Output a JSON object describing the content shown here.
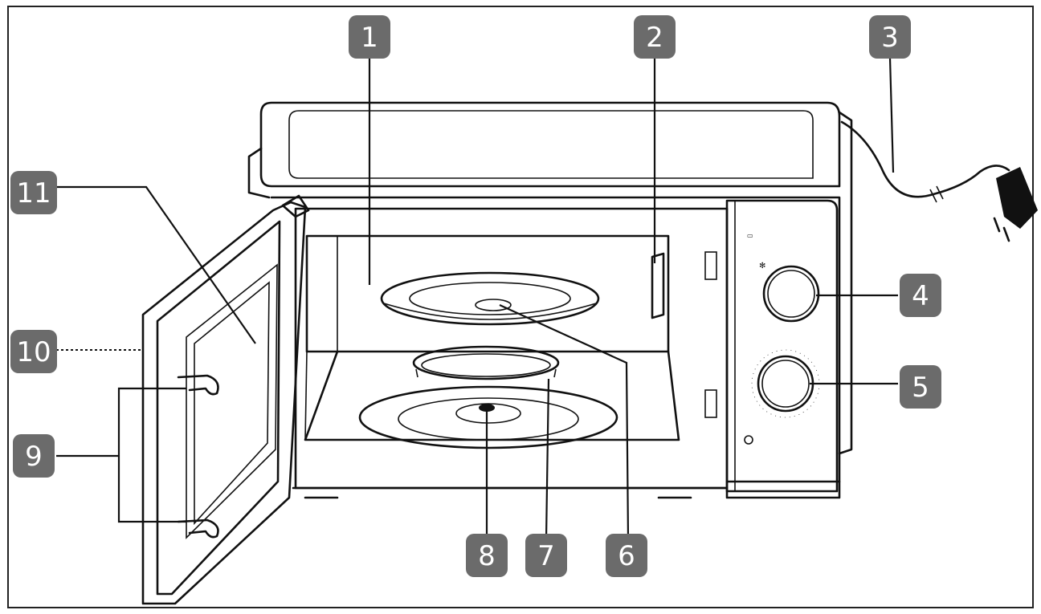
{
  "callouts": [
    {
      "id": "1",
      "label": "1"
    },
    {
      "id": "2",
      "label": "2"
    },
    {
      "id": "3",
      "label": "3"
    },
    {
      "id": "4",
      "label": "4"
    },
    {
      "id": "5",
      "label": "5"
    },
    {
      "id": "6",
      "label": "6"
    },
    {
      "id": "7",
      "label": "7"
    },
    {
      "id": "8",
      "label": "8"
    },
    {
      "id": "9",
      "label": "9"
    },
    {
      "id": "10",
      "label": "10"
    },
    {
      "id": "11",
      "label": "11"
    }
  ],
  "colors": {
    "badge": "#6b6b6b",
    "line": "#111111",
    "frame": "#222222"
  },
  "icons": [
    "power-plug-icon",
    "snowflake-icon",
    "clock-icon"
  ]
}
